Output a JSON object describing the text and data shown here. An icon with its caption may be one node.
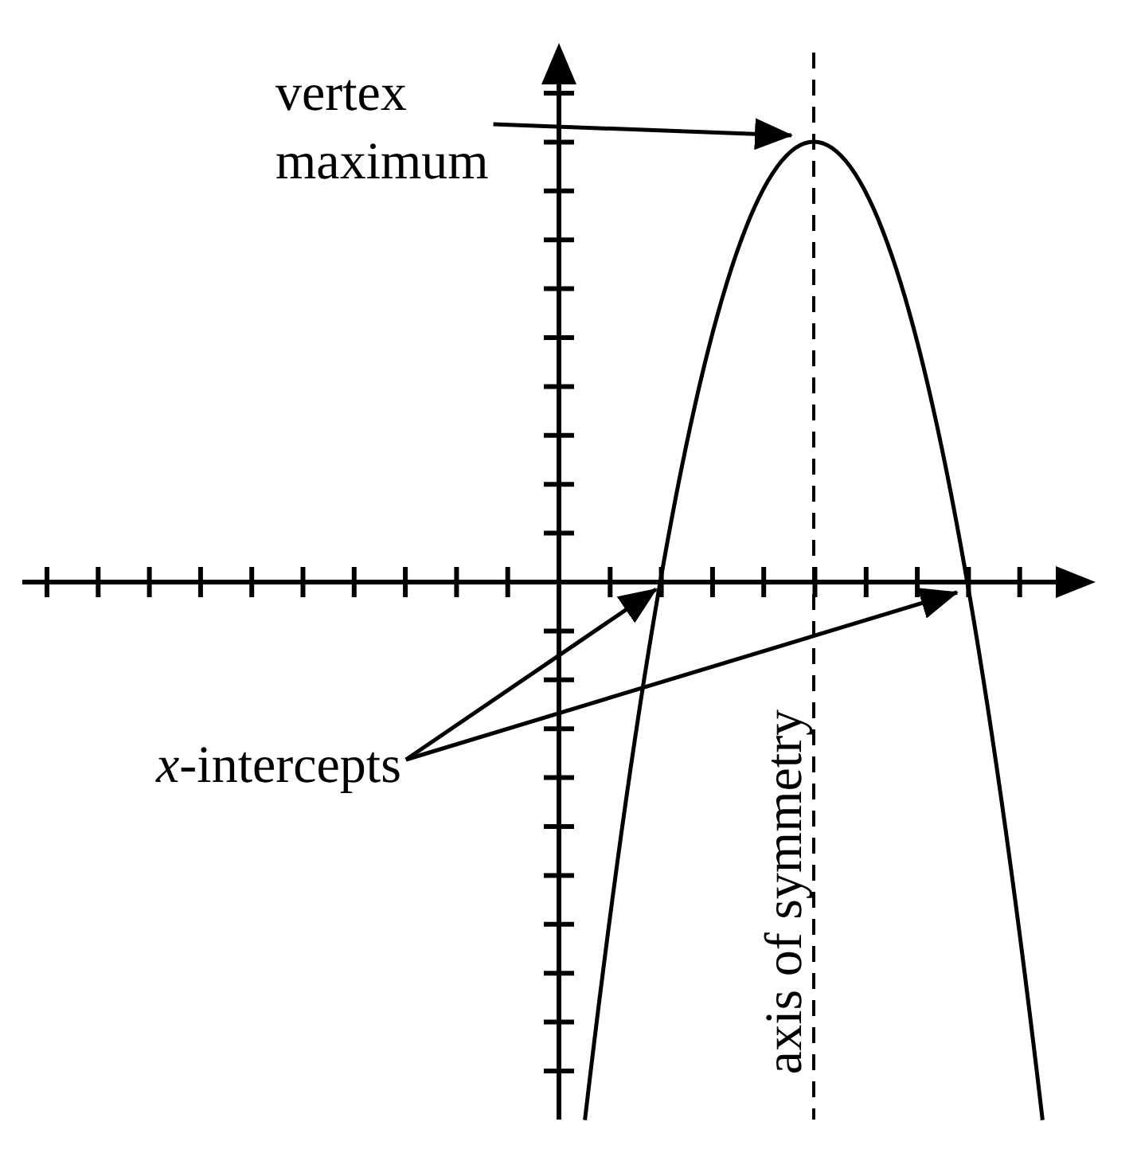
{
  "diagram": {
    "nodes": [
      {
        "text": [
          "vertex maximum"
        ]
      },
      {
        "text": [
          "*x*-intercepts"
        ]
      }
    ],
    "edges": [
      {
        "from": 0,
        "to": null,
        "arrow": "to"
      },
      {
        "from": 1,
        "to": null,
        "arrow": "to"
      },
      {
        "from": 1,
        "to": null,
        "arrow": "to"
      }
    ],
    "labels": [
      "axis of symmetry"
    ]
  }
}
